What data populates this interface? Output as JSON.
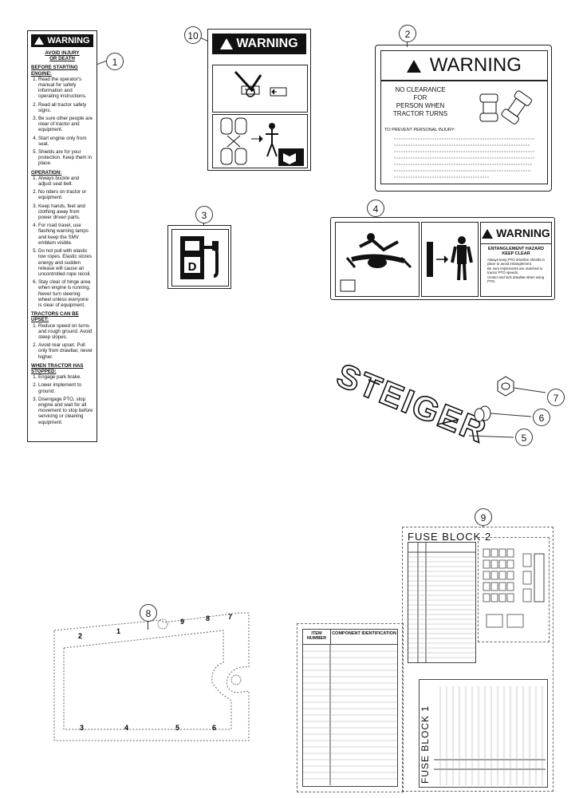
{
  "labels": {
    "warning": "WARNING",
    "avoid_injury": "AVOID INJURY",
    "or_death": "OR DEATH",
    "before_starting": "BEFORE STARTING ENGINE:",
    "before_items": [
      "Read the operator's manual for safety information and operating instructions.",
      "Read all tractor safety signs.",
      "Be sure other people are clear of tractor and equipment.",
      "Start engine only from seat.",
      "Shields are for your protection. Keep them in place."
    ],
    "operation": "OPERATION:",
    "operation_items": [
      "Always buckle and adjust seat belt.",
      "No riders on tractor or equipment.",
      "Keep hands, feet and clothing away from power driven parts.",
      "For road travel, use flashing warning lamps and keep the SMV emblem visible.",
      "Do not pull with elastic tow ropes. Elastic stores energy and sudden release will cause an uncontrolled rope recoil.",
      "Stay clear of hinge area when engine is running. Never turn steering wheel unless everyone is clear of equipment."
    ],
    "upset": "TRACTORS CAN BE UPSET:",
    "upset_items": [
      "Reduce speed on turns and rough ground. Avoid steep slopes.",
      "Avoid rear upset. Pull only from drawbar, never higher."
    ],
    "stopped1": "WHEN TRACTOR HAS",
    "stopped2": "STOPPED:",
    "stopped_items": [
      "Engage park brake.",
      "Lower implement to ground.",
      "Disengage PTO, stop engine and wait for all movement to stop before servicing or cleaning equipment."
    ],
    "decal2_line1": "NO CLEARANCE FOR",
    "decal2_line2": "PERSON WHEN",
    "decal2_line3": "TRACTOR TURNS",
    "decal2_prevent": "TO PREVENT PERSONAL INJURY:",
    "fuel_d": "D",
    "entangle1": "ENTANGLEMENT HAZARD",
    "entangle2": "KEEP CLEAR",
    "entangle_items": [
      "Always keep PTO driveline shields in place to avoid entanglement.",
      "Be sure implements are matched to tractor PTO speeds.",
      "Center and lock drawbar when using PTO."
    ],
    "steiger": "STEIGER",
    "fuse_block_2": "FUSE BLOCK 2",
    "fuse_block_1": "FUSE BLOCK 1",
    "item_number": "ITEM NUMBER",
    "component_id": "COMPONENT IDENTIFICATION"
  },
  "callouts": [
    "1",
    "10",
    "2",
    "3",
    "4",
    "7",
    "6",
    "5",
    "8",
    "9"
  ],
  "panel8_numbers": [
    "2",
    "1",
    "9",
    "8",
    "7",
    "3",
    "4",
    "5",
    "6"
  ]
}
